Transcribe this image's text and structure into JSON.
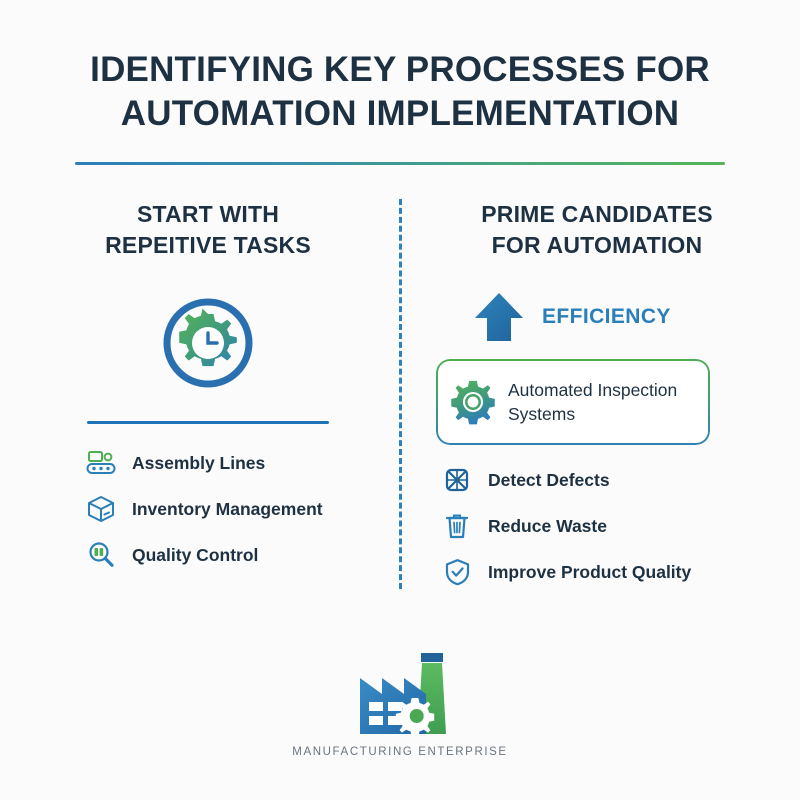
{
  "theme": {
    "background": "#fbfbfb",
    "ink": "#1e3142",
    "blue": "#2a7fb8",
    "blue_dark": "#1f72b8",
    "green": "#54b45c",
    "muted": "#6a7480"
  },
  "title": {
    "line1": "IDENTIFYING KEY PROCESSES FOR",
    "line2": "AUTOMATION IMPLEMENTATION"
  },
  "left_column": {
    "heading_line1": "START WITH",
    "heading_line2": "REPEITIVE TASKS",
    "badge_icon": "clock-gear-icon",
    "items": [
      {
        "icon": "conveyor-belt-icon",
        "label": "Assembly Lines"
      },
      {
        "icon": "package-box-icon",
        "label": "Inventory Management"
      },
      {
        "icon": "magnifier-inspection-icon",
        "label": "Quality Control"
      }
    ]
  },
  "right_column": {
    "heading_line1": "PRIME CANDIDATES",
    "heading_line2": "FOR AUTOMATION",
    "efficiency": {
      "icon": "up-arrow-icon",
      "label": "EFFICIENCY"
    },
    "card": {
      "icon": "gear-icon",
      "text_line1": "Automated Inspection",
      "text_line2": "Systems"
    },
    "items": [
      {
        "icon": "defect-crossed-box-icon",
        "label": "Detect Defects"
      },
      {
        "icon": "trash-can-icon",
        "label": "Reduce Waste"
      },
      {
        "icon": "shield-check-icon",
        "label": "Improve Product Quality"
      }
    ]
  },
  "footer": {
    "icon": "factory-icon",
    "caption": "MANUFACTURING ENTERPRISE"
  }
}
